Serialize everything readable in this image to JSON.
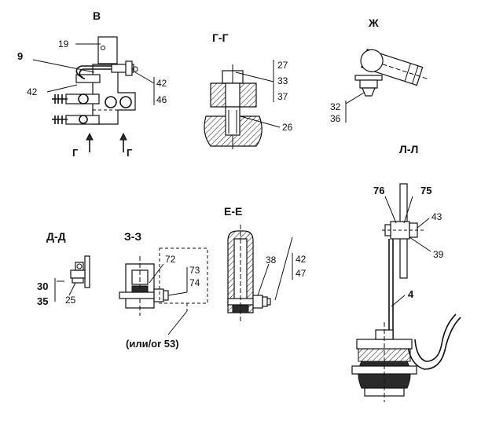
{
  "views": {
    "v": {
      "title": "В",
      "callouts": [
        "19",
        "9",
        "42",
        "42",
        "46"
      ],
      "section_marks": [
        "Г",
        "Г"
      ]
    },
    "gg": {
      "title": "Г-Г",
      "callouts": [
        "27",
        "33",
        "37",
        "26"
      ]
    },
    "zh": {
      "title": "Ж",
      "callouts": [
        "32",
        "36"
      ]
    },
    "ll": {
      "title": "Л-Л",
      "callouts": [
        "76",
        "75",
        "43",
        "39",
        "4"
      ]
    },
    "dd": {
      "title": "Д-Д",
      "callouts": [
        "30",
        "35",
        "25"
      ]
    },
    "zz": {
      "title": "З-З",
      "callouts": [
        "72",
        "73",
        "74"
      ],
      "note": "(или/or  53)"
    },
    "ee": {
      "title": "Е-Е",
      "callouts": [
        "38",
        "42",
        "47"
      ]
    }
  },
  "colors": {
    "ink": "#111111",
    "shading": "#2a2a2a",
    "paper": "#ffffff"
  }
}
